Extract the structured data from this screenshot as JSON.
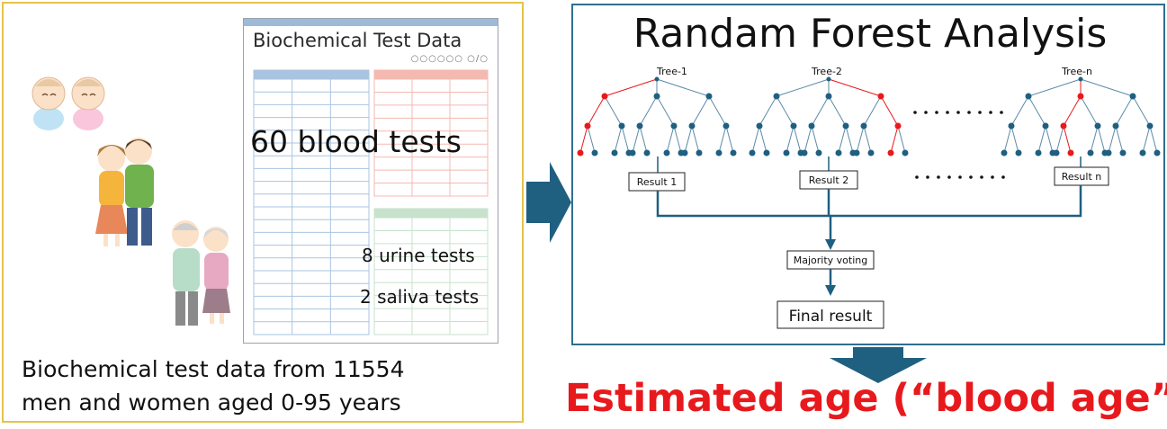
{
  "left_panel": {
    "sheet_title": "Biochemical Test Data",
    "sheet_code": "○○○○○○ ○/○",
    "blood_tests": "60 blood tests",
    "urine_tests": "8 urine tests",
    "saliva_tests": "2 saliva tests",
    "caption_line1": "Biochemical test data from 11554",
    "caption_line2": "men and women aged 0-95 years"
  },
  "right_panel": {
    "title": "Randam Forest Analysis",
    "trees": [
      "Tree-1",
      "Tree-2",
      "Tree-n"
    ],
    "results": [
      "Result 1",
      "Result 2",
      "Result n"
    ],
    "majority": "Majority voting",
    "final": "Final result"
  },
  "output": {
    "label": "Estimated age (“blood age”)"
  },
  "colors": {
    "panel_border_left": "#e5c34a",
    "panel_border_right": "#2f6e8f",
    "arrow": "#1f5f80",
    "node": "#1f5f80",
    "highlight": "#e8191c",
    "blood_table": "#a9c4e0",
    "urine_table": "#f4b9b1",
    "saliva_table": "#c7e2cc"
  }
}
